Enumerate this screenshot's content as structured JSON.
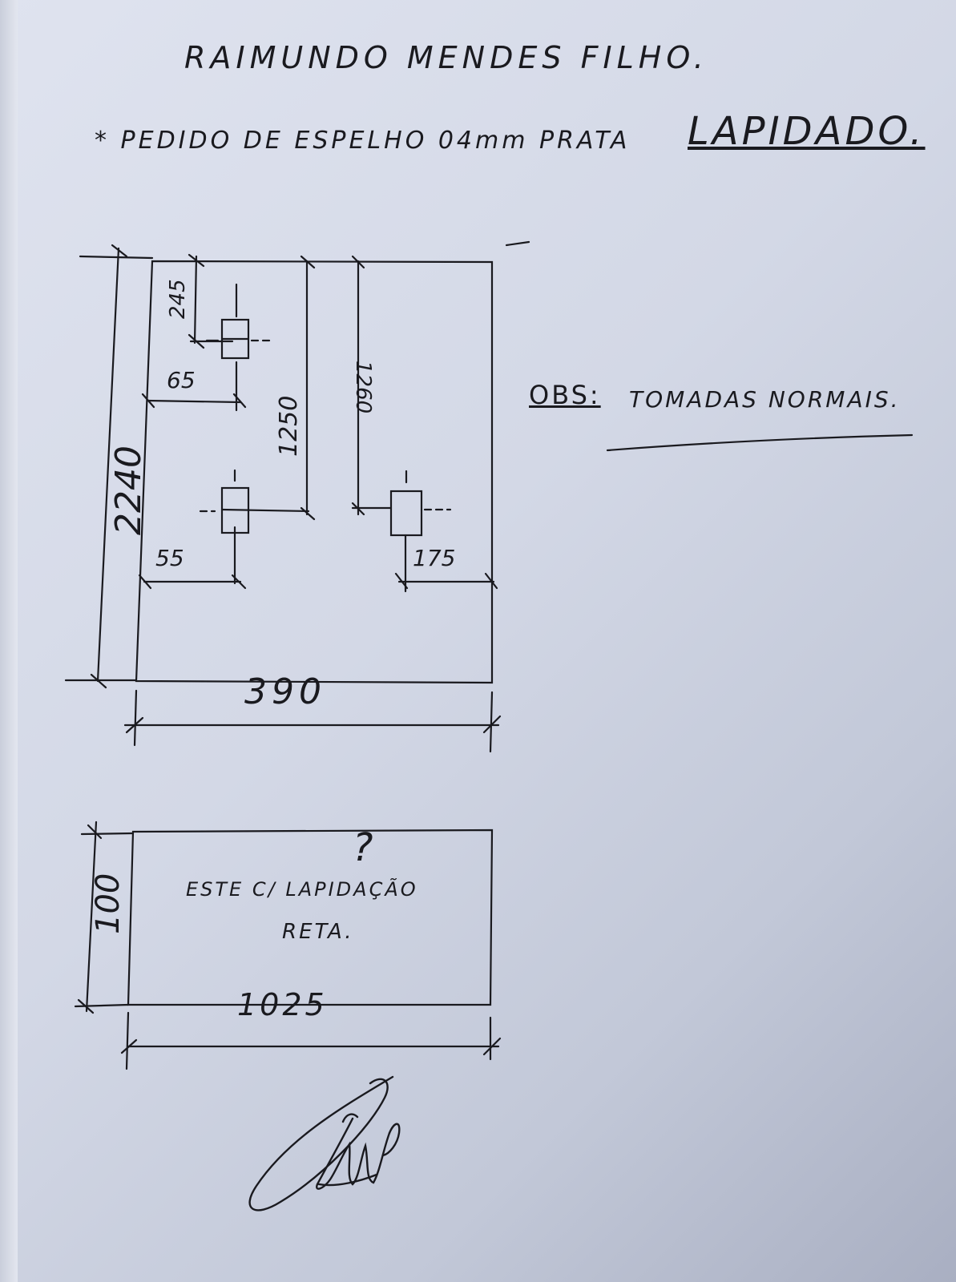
{
  "header": {
    "title": "RAIMUNDO MENDES FILHO.",
    "order_line": "* PEDIDO DE ESPELHO 04mm PRATA",
    "order_emphasis": "LAPIDADO."
  },
  "obs": {
    "label": "OBS:",
    "text": "TOMADAS NORMAIS."
  },
  "mirror_main": {
    "height": "2240",
    "width": "390",
    "dims": {
      "top_outlet_from_top": "245",
      "top_outlet_from_left": "65",
      "middle_outlet_from_top": "1250",
      "right_outlet_from_top": "1260",
      "middle_outlet_from_left": "55",
      "right_outlet_from_right": "175"
    }
  },
  "mirror_secondary": {
    "height": "100",
    "width": "1025",
    "question_mark": "?",
    "note_line1": "ESTE C/ LAPIDAÇÃO",
    "note_line2": "RETA."
  },
  "signature": {
    "text": "Raimundo"
  },
  "colors": {
    "ink": "#1a1a1f",
    "paper": "#dfe3ef"
  }
}
